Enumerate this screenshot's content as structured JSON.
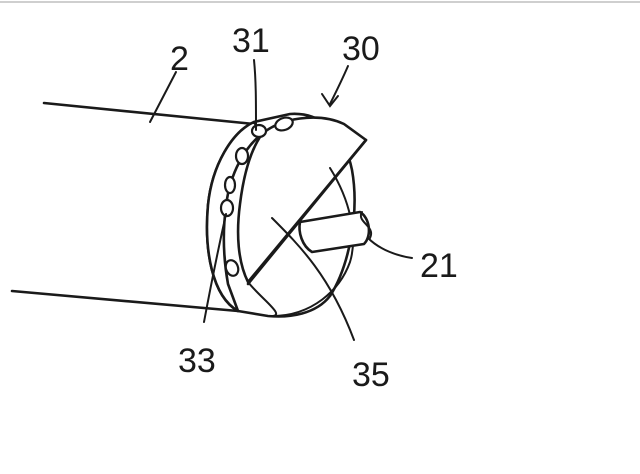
{
  "figure": {
    "labels": {
      "tube": "2",
      "head_ring": "31",
      "assembly": "30",
      "shaft": "21",
      "holes": "33",
      "blade": "35"
    }
  }
}
